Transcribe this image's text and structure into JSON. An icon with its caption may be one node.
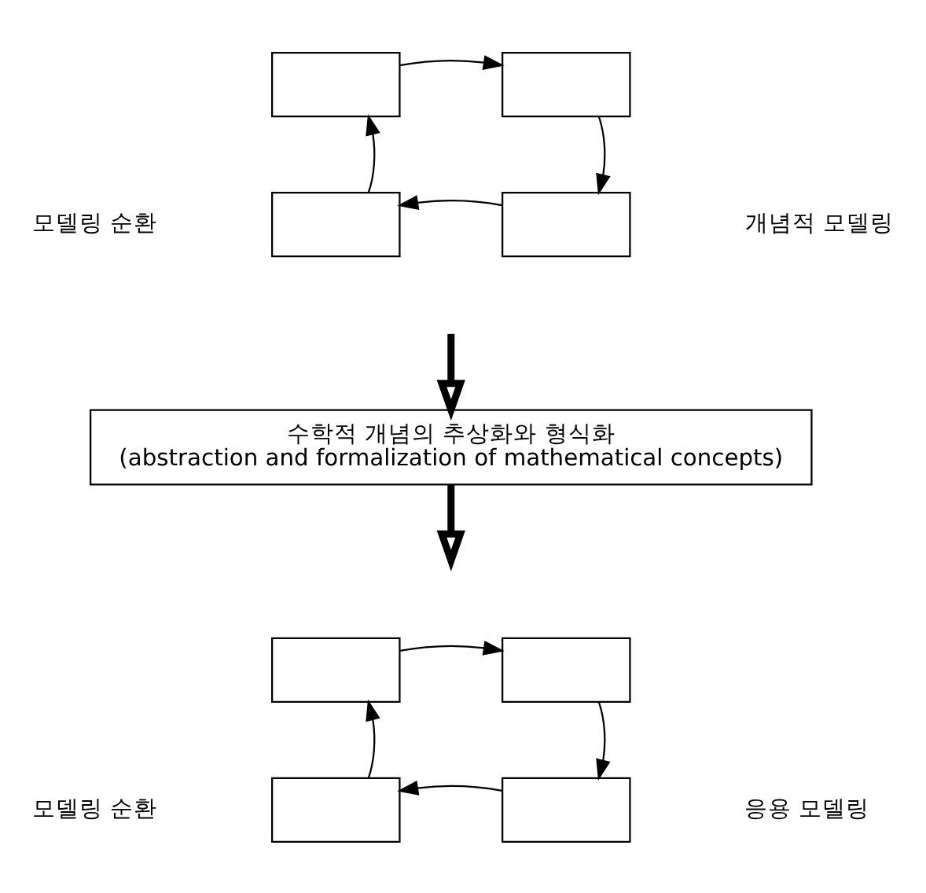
{
  "diagram": {
    "nodes": [
      {
        "text": [],
        "shape": "box"
      },
      {
        "text": [],
        "shape": "box"
      },
      {
        "text": [],
        "shape": "box"
      },
      {
        "text": [],
        "shape": "box"
      },
      {
        "text": [
          "수학적 개념의 추상화와 형식화",
          "(abstraction and formalization of mathematical concepts)"
        ]
      },
      {
        "text": [],
        "shape": "box"
      },
      {
        "text": [],
        "shape": "box"
      },
      {
        "text": [],
        "shape": "box"
      },
      {
        "text": [],
        "shape": "box"
      }
    ],
    "edges": [
      {
        "from": 0,
        "to": 1,
        "arrow": "to"
      },
      {
        "from": 1,
        "to": 2,
        "arrow": "to"
      },
      {
        "from": 2,
        "to": 3,
        "arrow": "to"
      },
      {
        "from": 3,
        "to": 0,
        "arrow": "to"
      },
      {
        "from": null,
        "to": 4,
        "arrow": "to",
        "style": "thick"
      },
      {
        "from": 4,
        "to": null,
        "arrow": "to",
        "style": "thick"
      },
      {
        "from": 5,
        "to": 6,
        "arrow": "to"
      },
      {
        "from": 6,
        "to": 7,
        "arrow": "to"
      },
      {
        "from": 7,
        "to": 8,
        "arrow": "to"
      },
      {
        "from": 8,
        "to": 5,
        "arrow": "to"
      }
    ],
    "labels": [
      "모델링 순환",
      "개념적 모델링",
      "모델링 순환",
      "응용 모델링"
    ]
  }
}
